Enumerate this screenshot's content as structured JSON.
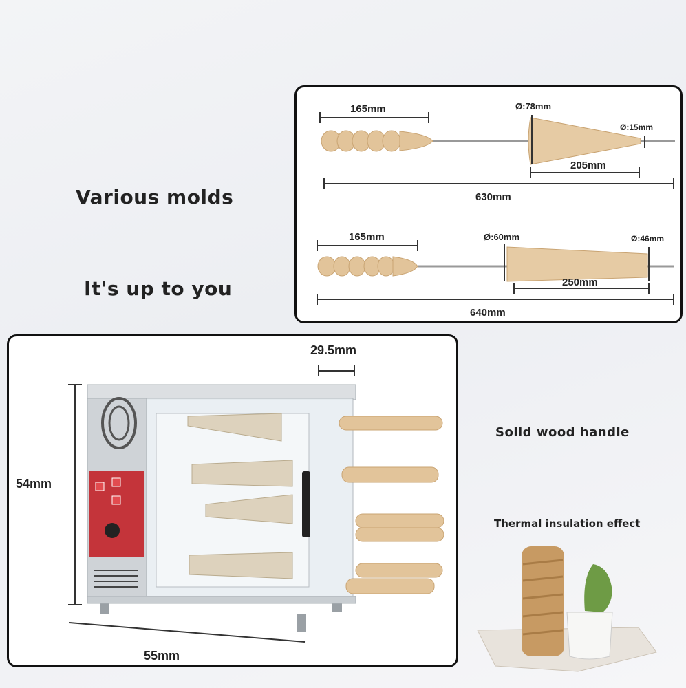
{
  "headline": {
    "line1": "Various molds",
    "line2": "It's up to you"
  },
  "molds": {
    "mold_a": {
      "handle_length": "165mm",
      "top_diameter": "Ø:78mm",
      "tip_diameter": "Ø:15mm",
      "cone_length": "205mm",
      "total_length": "630mm"
    },
    "mold_b": {
      "handle_length": "165mm",
      "top_diameter": "Ø:60mm",
      "tip_diameter": "Ø:46mm",
      "cone_length": "250mm",
      "total_length": "640mm"
    }
  },
  "machine": {
    "depth": "29.5mm",
    "height": "54mm",
    "width": "55mm"
  },
  "features": {
    "handle": "Solid wood handle",
    "insulation": "Thermal insulation effect"
  }
}
